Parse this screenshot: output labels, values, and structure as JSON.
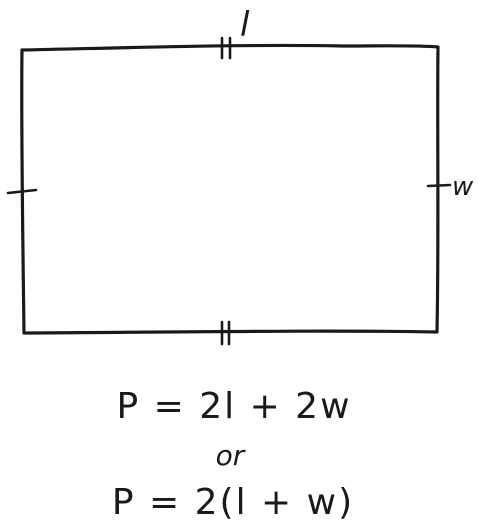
{
  "labels": {
    "length": "l",
    "width": "w"
  },
  "formulas": {
    "line1": "P = 2l + 2w",
    "connector": "or",
    "line2": "P = 2(l + w)"
  }
}
